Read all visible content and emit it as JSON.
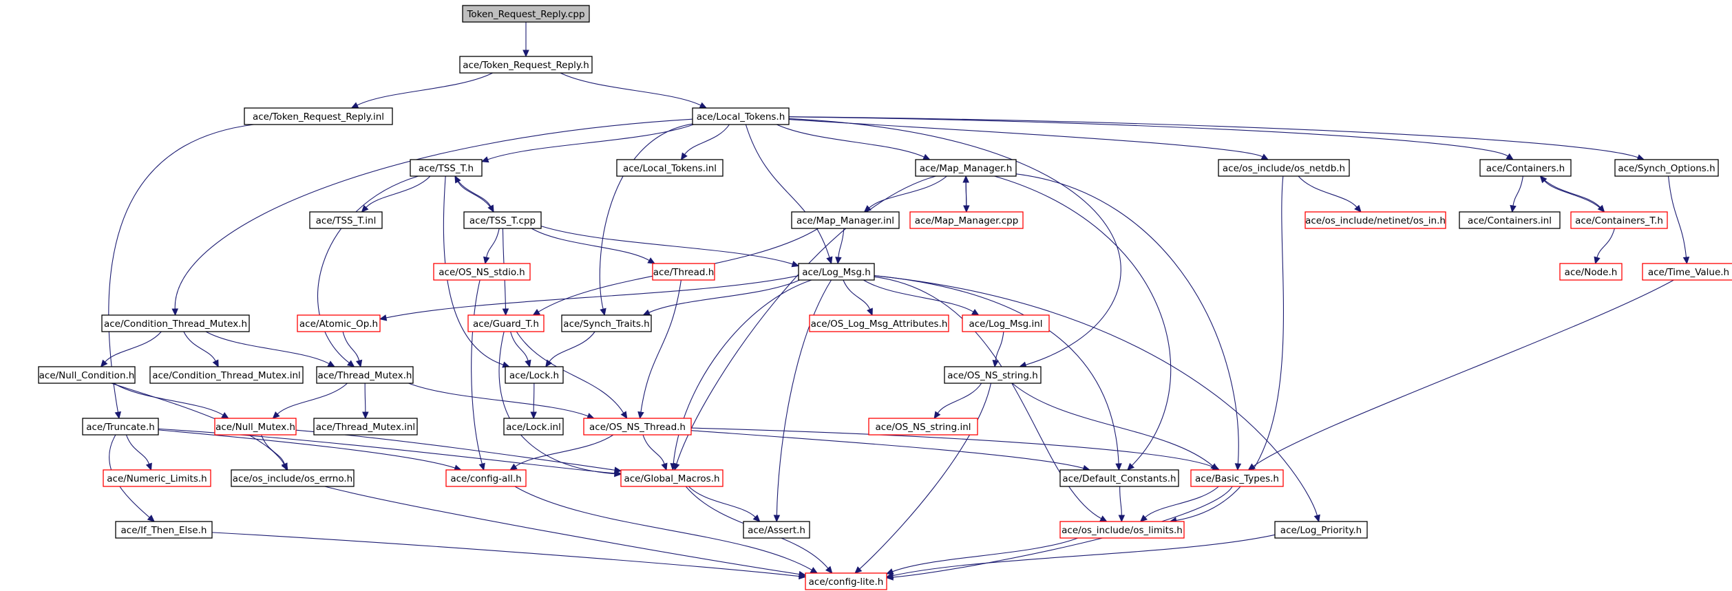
{
  "diagram": {
    "colors": {
      "edge": "#191970",
      "black_border": "#000000",
      "red_border": "#ff0000",
      "root_fill": "#bfbfbf"
    },
    "nodes": [
      {
        "id": "root",
        "label": "Token_Request_Reply.cpp",
        "style": "root"
      },
      {
        "id": "trr_h",
        "label": "ace/Token_Request_Reply.h",
        "style": "black"
      },
      {
        "id": "trr_inl",
        "label": "ace/Token_Request_Reply.inl",
        "style": "black"
      },
      {
        "id": "local_tokens",
        "label": "ace/Local_Tokens.h",
        "style": "black"
      },
      {
        "id": "tss_t_h",
        "label": "ace/TSS_T.h",
        "style": "black"
      },
      {
        "id": "local_tokens_inl",
        "label": "ace/Local_Tokens.inl",
        "style": "black"
      },
      {
        "id": "map_manager_h",
        "label": "ace/Map_Manager.h",
        "style": "black"
      },
      {
        "id": "os_netdb",
        "label": "ace/os_include/os_netdb.h",
        "style": "black"
      },
      {
        "id": "containers_h",
        "label": "ace/Containers.h",
        "style": "black"
      },
      {
        "id": "synch_options",
        "label": "ace/Synch_Options.h",
        "style": "black"
      },
      {
        "id": "tss_t_inl",
        "label": "ace/TSS_T.inl",
        "style": "black"
      },
      {
        "id": "tss_t_cpp",
        "label": "ace/TSS_T.cpp",
        "style": "black"
      },
      {
        "id": "map_manager_inl",
        "label": "ace/Map_Manager.inl",
        "style": "black"
      },
      {
        "id": "map_manager_cpp",
        "label": "ace/Map_Manager.cpp",
        "style": "red"
      },
      {
        "id": "netinet_in",
        "label": "ace/os_include/netinet/os_in.h",
        "style": "red"
      },
      {
        "id": "containers_inl",
        "label": "ace/Containers.inl",
        "style": "black"
      },
      {
        "id": "containers_t",
        "label": "ace/Containers_T.h",
        "style": "red"
      },
      {
        "id": "os_ns_stdio",
        "label": "ace/OS_NS_stdio.h",
        "style": "red"
      },
      {
        "id": "thread_h",
        "label": "ace/Thread.h",
        "style": "red"
      },
      {
        "id": "log_msg_h",
        "label": "ace/Log_Msg.h",
        "style": "black"
      },
      {
        "id": "node_h",
        "label": "ace/Node.h",
        "style": "red"
      },
      {
        "id": "time_value",
        "label": "ace/Time_Value.h",
        "style": "red"
      },
      {
        "id": "cond_thread_mutex",
        "label": "ace/Condition_Thread_Mutex.h",
        "style": "black"
      },
      {
        "id": "atomic_op",
        "label": "ace/Atomic_Op.h",
        "style": "red"
      },
      {
        "id": "guard_t",
        "label": "ace/Guard_T.h",
        "style": "red"
      },
      {
        "id": "synch_traits",
        "label": "ace/Synch_Traits.h",
        "style": "black"
      },
      {
        "id": "os_log_msg_attr",
        "label": "ace/OS_Log_Msg_Attributes.h",
        "style": "red"
      },
      {
        "id": "log_msg_inl",
        "label": "ace/Log_Msg.inl",
        "style": "red"
      },
      {
        "id": "null_condition",
        "label": "ace/Null_Condition.h",
        "style": "black"
      },
      {
        "id": "cond_thread_mutex_inl",
        "label": "ace/Condition_Thread_Mutex.inl",
        "style": "black"
      },
      {
        "id": "thread_mutex_h",
        "label": "ace/Thread_Mutex.h",
        "style": "black"
      },
      {
        "id": "lock_h",
        "label": "ace/Lock.h",
        "style": "black"
      },
      {
        "id": "os_ns_string_h",
        "label": "ace/OS_NS_string.h",
        "style": "black"
      },
      {
        "id": "truncate_h",
        "label": "ace/Truncate.h",
        "style": "black"
      },
      {
        "id": "null_mutex",
        "label": "ace/Null_Mutex.h",
        "style": "red"
      },
      {
        "id": "thread_mutex_inl",
        "label": "ace/Thread_Mutex.inl",
        "style": "black"
      },
      {
        "id": "lock_inl",
        "label": "ace/Lock.inl",
        "style": "black"
      },
      {
        "id": "os_ns_thread",
        "label": "ace/OS_NS_Thread.h",
        "style": "red"
      },
      {
        "id": "os_ns_string_inl",
        "label": "ace/OS_NS_string.inl",
        "style": "red"
      },
      {
        "id": "numeric_limits",
        "label": "ace/Numeric_Limits.h",
        "style": "red"
      },
      {
        "id": "os_errno",
        "label": "ace/os_include/os_errno.h",
        "style": "black"
      },
      {
        "id": "config_all",
        "label": "ace/config-all.h",
        "style": "red"
      },
      {
        "id": "global_macros",
        "label": "ace/Global_Macros.h",
        "style": "red"
      },
      {
        "id": "default_constants",
        "label": "ace/Default_Constants.h",
        "style": "black"
      },
      {
        "id": "basic_types",
        "label": "ace/Basic_Types.h",
        "style": "red"
      },
      {
        "id": "if_then_else",
        "label": "ace/If_Then_Else.h",
        "style": "black"
      },
      {
        "id": "assert_h",
        "label": "ace/Assert.h",
        "style": "black"
      },
      {
        "id": "os_limits",
        "label": "ace/os_include/os_limits.h",
        "style": "red"
      },
      {
        "id": "log_priority",
        "label": "ace/Log_Priority.h",
        "style": "black"
      },
      {
        "id": "config_lite",
        "label": "ace/config-lite.h",
        "style": "red"
      }
    ],
    "edges": [
      [
        "root",
        "trr_h"
      ],
      [
        "trr_h",
        "trr_inl"
      ],
      [
        "trr_h",
        "local_tokens"
      ],
      [
        "trr_inl",
        "truncate_h"
      ],
      [
        "local_tokens",
        "tss_t_h"
      ],
      [
        "local_tokens",
        "local_tokens_inl"
      ],
      [
        "local_tokens",
        "map_manager_h"
      ],
      [
        "local_tokens",
        "os_netdb"
      ],
      [
        "local_tokens",
        "containers_h"
      ],
      [
        "local_tokens",
        "synch_options"
      ],
      [
        "local_tokens",
        "cond_thread_mutex"
      ],
      [
        "local_tokens",
        "synch_traits"
      ],
      [
        "local_tokens",
        "log_msg_h"
      ],
      [
        "local_tokens",
        "os_ns_string_h"
      ],
      [
        "tss_t_h",
        "tss_t_inl"
      ],
      [
        "tss_t_h",
        "tss_t_cpp"
      ],
      [
        "tss_t_h",
        "thread_mutex_h"
      ],
      [
        "tss_t_h",
        "lock_h"
      ],
      [
        "tss_t_cpp",
        "tss_t_h"
      ],
      [
        "tss_t_cpp",
        "os_ns_stdio"
      ],
      [
        "tss_t_cpp",
        "thread_h"
      ],
      [
        "tss_t_cpp",
        "log_msg_h"
      ],
      [
        "tss_t_cpp",
        "guard_t"
      ],
      [
        "map_manager_h",
        "map_manager_inl"
      ],
      [
        "map_manager_h",
        "map_manager_cpp"
      ],
      [
        "map_manager_h",
        "global_macros"
      ],
      [
        "map_manager_h",
        "default_constants"
      ],
      [
        "map_manager_h",
        "basic_types"
      ],
      [
        "map_manager_cpp",
        "map_manager_h"
      ],
      [
        "map_manager_inl",
        "log_msg_h"
      ],
      [
        "map_manager_inl",
        "guard_t"
      ],
      [
        "os_netdb",
        "netinet_in"
      ],
      [
        "os_netdb",
        "os_limits"
      ],
      [
        "containers_h",
        "containers_inl"
      ],
      [
        "containers_h",
        "containers_t"
      ],
      [
        "containers_t",
        "containers_h"
      ],
      [
        "containers_t",
        "node_h"
      ],
      [
        "synch_options",
        "time_value"
      ],
      [
        "time_value",
        "basic_types"
      ],
      [
        "os_ns_stdio",
        "config_all"
      ],
      [
        "thread_h",
        "os_ns_thread"
      ],
      [
        "log_msg_h",
        "atomic_op"
      ],
      [
        "log_msg_h",
        "synch_traits"
      ],
      [
        "log_msg_h",
        "os_log_msg_attr"
      ],
      [
        "log_msg_h",
        "log_msg_inl"
      ],
      [
        "log_msg_h",
        "global_macros"
      ],
      [
        "log_msg_h",
        "assert_h"
      ],
      [
        "log_msg_h",
        "default_constants"
      ],
      [
        "log_msg_h",
        "os_limits"
      ],
      [
        "log_msg_h",
        "log_priority"
      ],
      [
        "cond_thread_mutex",
        "null_condition"
      ],
      [
        "cond_thread_mutex",
        "cond_thread_mutex_inl"
      ],
      [
        "cond_thread_mutex",
        "thread_mutex_h"
      ],
      [
        "atomic_op",
        "thread_mutex_h"
      ],
      [
        "guard_t",
        "lock_h"
      ],
      [
        "guard_t",
        "os_ns_thread"
      ],
      [
        "guard_t",
        "global_macros"
      ],
      [
        "synch_traits",
        "lock_h"
      ],
      [
        "log_msg_inl",
        "os_ns_string_h"
      ],
      [
        "null_condition",
        "null_mutex"
      ],
      [
        "null_condition",
        "os_errno"
      ],
      [
        "thread_mutex_h",
        "null_mutex"
      ],
      [
        "thread_mutex_h",
        "thread_mutex_inl"
      ],
      [
        "thread_mutex_h",
        "os_ns_thread"
      ],
      [
        "lock_h",
        "lock_inl"
      ],
      [
        "os_ns_string_h",
        "os_ns_string_inl"
      ],
      [
        "os_ns_string_h",
        "basic_types"
      ],
      [
        "os_ns_string_h",
        "config_lite"
      ],
      [
        "truncate_h",
        "numeric_limits"
      ],
      [
        "truncate_h",
        "if_then_else"
      ],
      [
        "truncate_h",
        "config_all"
      ],
      [
        "truncate_h",
        "global_macros"
      ],
      [
        "null_mutex",
        "os_errno"
      ],
      [
        "null_mutex",
        "global_macros"
      ],
      [
        "os_ns_thread",
        "config_all"
      ],
      [
        "os_ns_thread",
        "global_macros"
      ],
      [
        "os_ns_thread",
        "default_constants"
      ],
      [
        "os_ns_thread",
        "basic_types"
      ],
      [
        "os_errno",
        "config_lite"
      ],
      [
        "config_all",
        "config_lite"
      ],
      [
        "global_macros",
        "assert_h"
      ],
      [
        "global_macros",
        "config_lite"
      ],
      [
        "default_constants",
        "os_limits"
      ],
      [
        "basic_types",
        "os_limits"
      ],
      [
        "basic_types",
        "config_lite"
      ],
      [
        "if_then_else",
        "config_lite"
      ],
      [
        "os_limits",
        "config_lite"
      ],
      [
        "log_priority",
        "config_lite"
      ]
    ]
  }
}
